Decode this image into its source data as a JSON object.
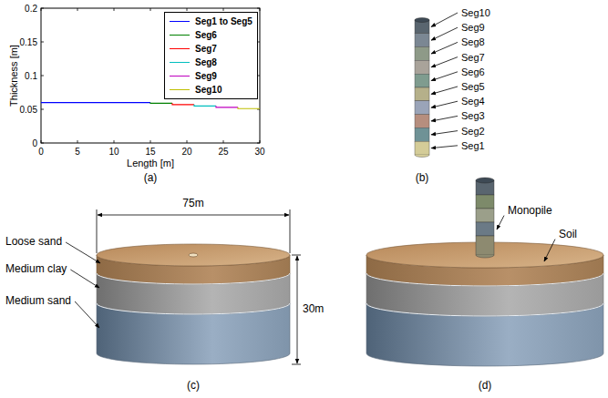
{
  "diagram": {
    "labels": [
      "0.2",
      "0.15",
      "0.1",
      "0.05",
      "0",
      "0",
      "5",
      "10",
      "15",
      "20",
      "25",
      "30",
      "Thickness [m]",
      "Length [m]",
      "(a)",
      "Seg10",
      "Seg9",
      "Seg8",
      "Seg7",
      "Seg6",
      "Seg5",
      "Seg4",
      "Seg3",
      "Seg2",
      "Seg1",
      "(b)",
      "75m",
      "30m",
      "Loose sand",
      "Medium clay",
      "Medium sand",
      "(c)",
      "Monopile",
      "Soil",
      "(d)"
    ],
    "legend": [
      {
        "text": "Seg1 to Seg5"
      },
      {
        "text": "Seg6"
      },
      {
        "text": "Seg7"
      },
      {
        "text": "Seg8"
      },
      {
        "text": "Seg9"
      },
      {
        "text": "Seg10"
      }
    ]
  }
}
